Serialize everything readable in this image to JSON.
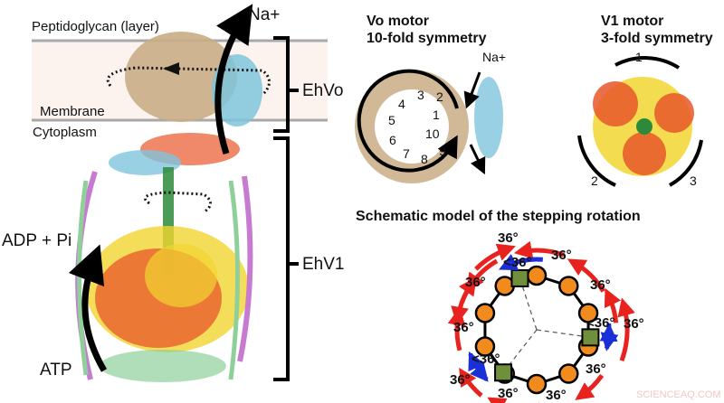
{
  "left_panel": {
    "peptidoglycan_label": "Peptidoglycan (layer)",
    "membrane_label": "Membrane",
    "cytoplasm_label": "Cytoplasm",
    "ion_label": "Na+",
    "ehvo_label": "EhVo",
    "ehv1_label": "EhV1",
    "adp_label": "ADP + Pi",
    "atp_label": "ATP"
  },
  "vo_motor": {
    "title": "Vo motor",
    "subtitle": "10-fold symmetry",
    "ion_label": "Na+",
    "subunit_numbers": [
      "1",
      "2",
      "3",
      "4",
      "5",
      "6",
      "7",
      "8",
      "9",
      "10"
    ]
  },
  "v1_motor": {
    "title": "V1 motor",
    "subtitle": "3-fold symmetry",
    "subunit_numbers": [
      "1",
      "2",
      "3"
    ]
  },
  "schematic": {
    "title": "Schematic model of the stepping rotation",
    "angle_labels": [
      "36°",
      "<36°",
      "36°",
      "36°",
      "36°",
      "<36°",
      "36°",
      "36°",
      "<36°",
      "36°",
      "36°",
      "36°",
      "36°"
    ]
  },
  "watermark": "SCIENCEAQ.COM",
  "colors": {
    "membrane_band": "#fdf3ee",
    "membrane_line": "#a8a8a8",
    "rotor_beige": "#c9ad85",
    "stator_blue": "#7fc4dc",
    "red_orange": "#e8572a",
    "yellow": "#f1d630",
    "green": "#2d8a3a",
    "magenta": "#c77bd0",
    "mint": "#8fd09a",
    "ring_orange": "#f28b1e",
    "square_green": "#6f8f3c",
    "arrow_red": "#e8231f",
    "arrow_blue": "#1a2fd8"
  }
}
